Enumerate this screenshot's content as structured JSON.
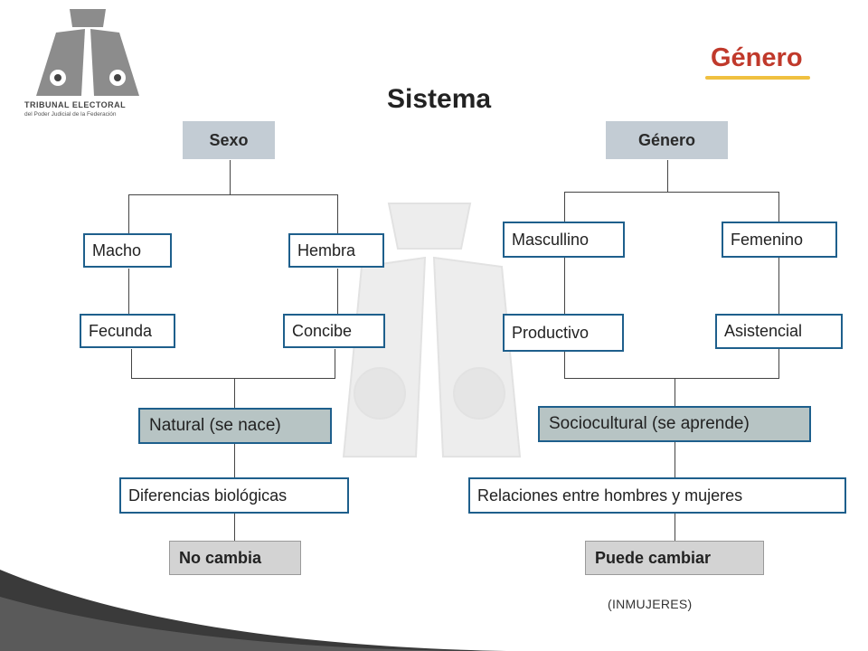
{
  "header": {
    "title": "Género",
    "subtitle": "Sistema",
    "logo": {
      "line1": "TRIBUNAL ELECTORAL",
      "line2": "del Poder Judicial de la Federación",
      "icon": "tribunal-scales-logo"
    }
  },
  "left_branch": {
    "root": "Sexo",
    "child_left": "Macho",
    "child_right": "Hembra",
    "attr_left": "Fecunda",
    "attr_right": "Concibe",
    "nature": "Natural (se nace)",
    "difference": "Diferencias biológicas",
    "change": "No cambia"
  },
  "right_branch": {
    "root": "Género",
    "child_left": "Mascullino",
    "child_right": "Femenino",
    "attr_left": "Productivo",
    "attr_right": "Asistencial",
    "nature": "Sociocultural (se aprende)",
    "difference": "Relaciones entre hombres y mujeres",
    "change": "Puede cambiar"
  },
  "source": "(INMUJERES)",
  "colors": {
    "accent_title": "#c0392b",
    "underline": "#f0c040",
    "box_border": "#1e5f8c",
    "head_fill": "#c3ccd4",
    "nature_fill": "#b7c4c4",
    "change_fill": "#d3d3d3"
  }
}
